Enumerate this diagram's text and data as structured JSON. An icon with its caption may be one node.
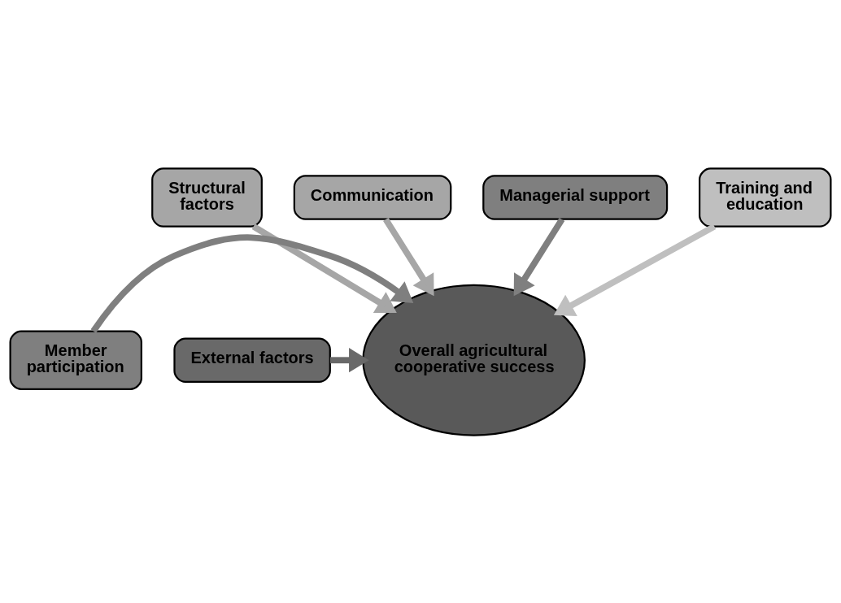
{
  "diagram": {
    "nodes": [
      {
        "text": [
          "Communication"
        ]
      },
      {
        "text": [
          "Managerial support"
        ]
      },
      {
        "text": [
          "Structural factors"
        ]
      },
      {
        "text": [
          "Training and education"
        ]
      },
      {
        "text": [
          "Member participation"
        ]
      },
      {
        "text": [
          "Overall agricultural cooperative success"
        ]
      },
      {
        "text": [
          "External factors"
        ]
      }
    ],
    "edges": [
      {
        "from": 2,
        "to": 5,
        "arrow": "to"
      },
      {
        "from": 0,
        "to": 5,
        "arrow": "to"
      },
      {
        "from": 1,
        "to": 5,
        "arrow": "to"
      },
      {
        "from": 3,
        "to": 5,
        "arrow": "to"
      },
      {
        "from": 4,
        "to": 5,
        "arrow": "to"
      },
      {
        "from": 6,
        "to": 5,
        "arrow": "to"
      }
    ]
  }
}
